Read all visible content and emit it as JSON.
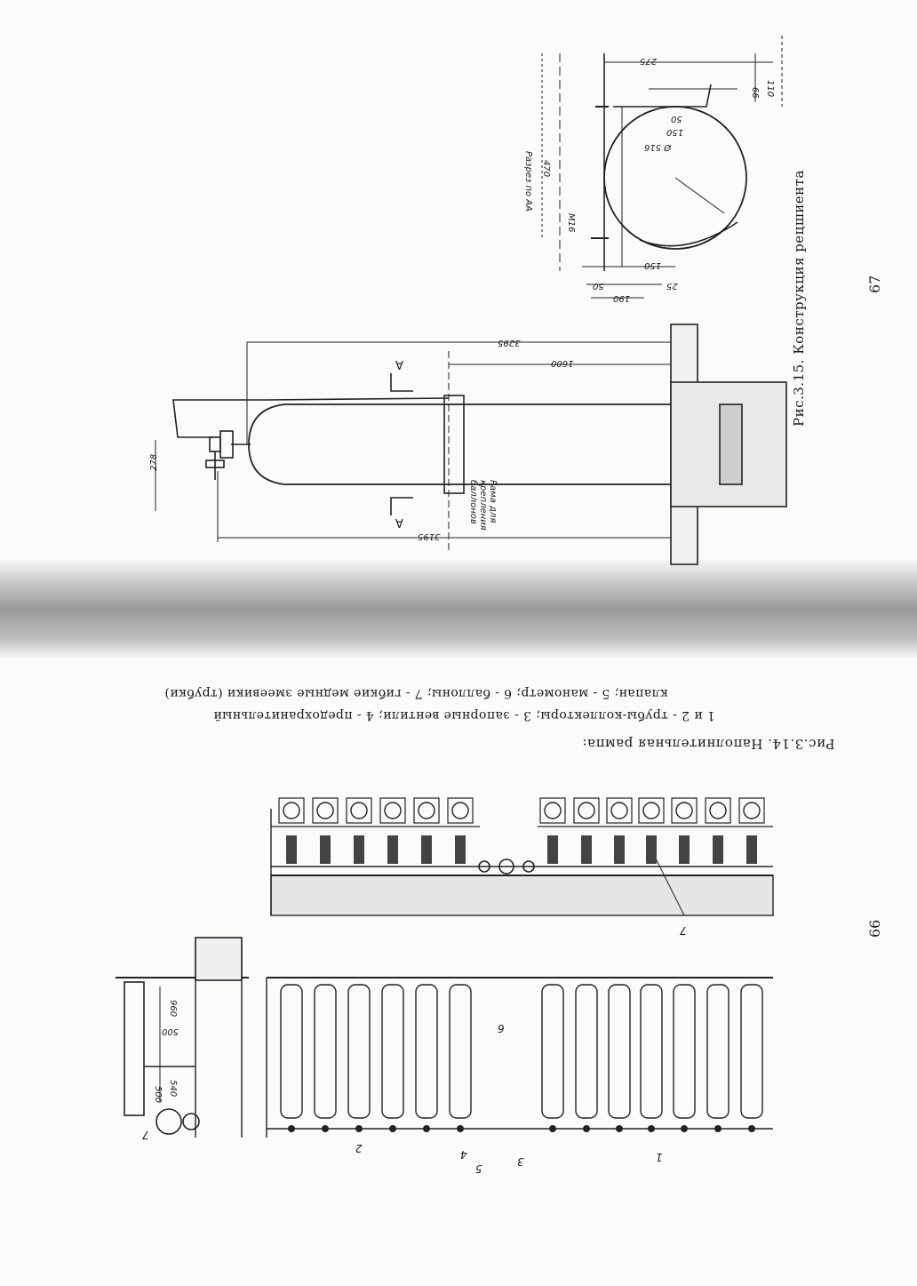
{
  "page_numbers": {
    "left": "66",
    "right": "67"
  },
  "fig_3_15": {
    "caption": "Рис.3.15. Конструкция рецшиента",
    "section_label": "Разрез по АА",
    "frame_label": "Рама для крепления баллонов",
    "section_marks": [
      "А",
      "А"
    ],
    "dimensions": [
      "3295",
      "1600",
      "3195",
      "278",
      "275",
      "470",
      "110",
      "66",
      "50",
      "150",
      "Ø 516",
      "M16",
      "150",
      "25",
      "50",
      "190"
    ]
  },
  "fig_3_14": {
    "caption_title": "Рис.3.14. Наполнительная рампа:",
    "caption_line1": "1 и 2 - трубы-коллекторы; 3 - запорные вентили; 4 - предохранительный",
    "caption_line2": "клапан; 5 - манометр; 6 - баллоны; 7 - гибкие медные змеевики (трубки)",
    "dimensions": [
      "960",
      "500",
      "540",
      "500"
    ],
    "callouts": [
      "1",
      "2",
      "3",
      "4",
      "5",
      "6",
      "7",
      "7"
    ]
  }
}
